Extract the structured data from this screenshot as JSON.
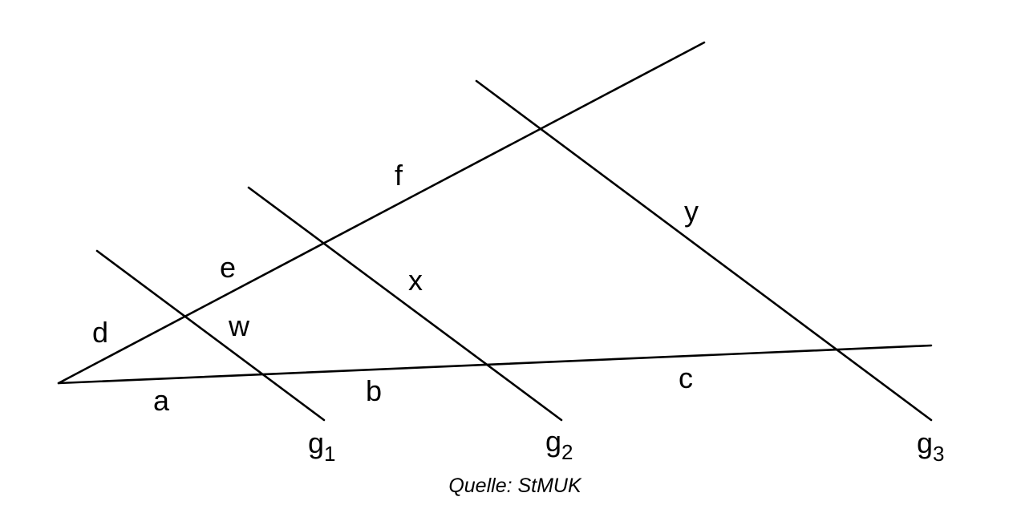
{
  "colors": {
    "line": "#000000",
    "background": "#ffffff"
  },
  "labels": {
    "a": "a",
    "b": "b",
    "c": "c",
    "d": "d",
    "e": "e",
    "f": "f",
    "w": "w",
    "x": "x",
    "y": "y",
    "g1": {
      "base": "g",
      "sub": "1"
    },
    "g2": {
      "base": "g",
      "sub": "2"
    },
    "g3": {
      "base": "g",
      "sub": "3"
    }
  },
  "source": "Quelle: StMUK"
}
